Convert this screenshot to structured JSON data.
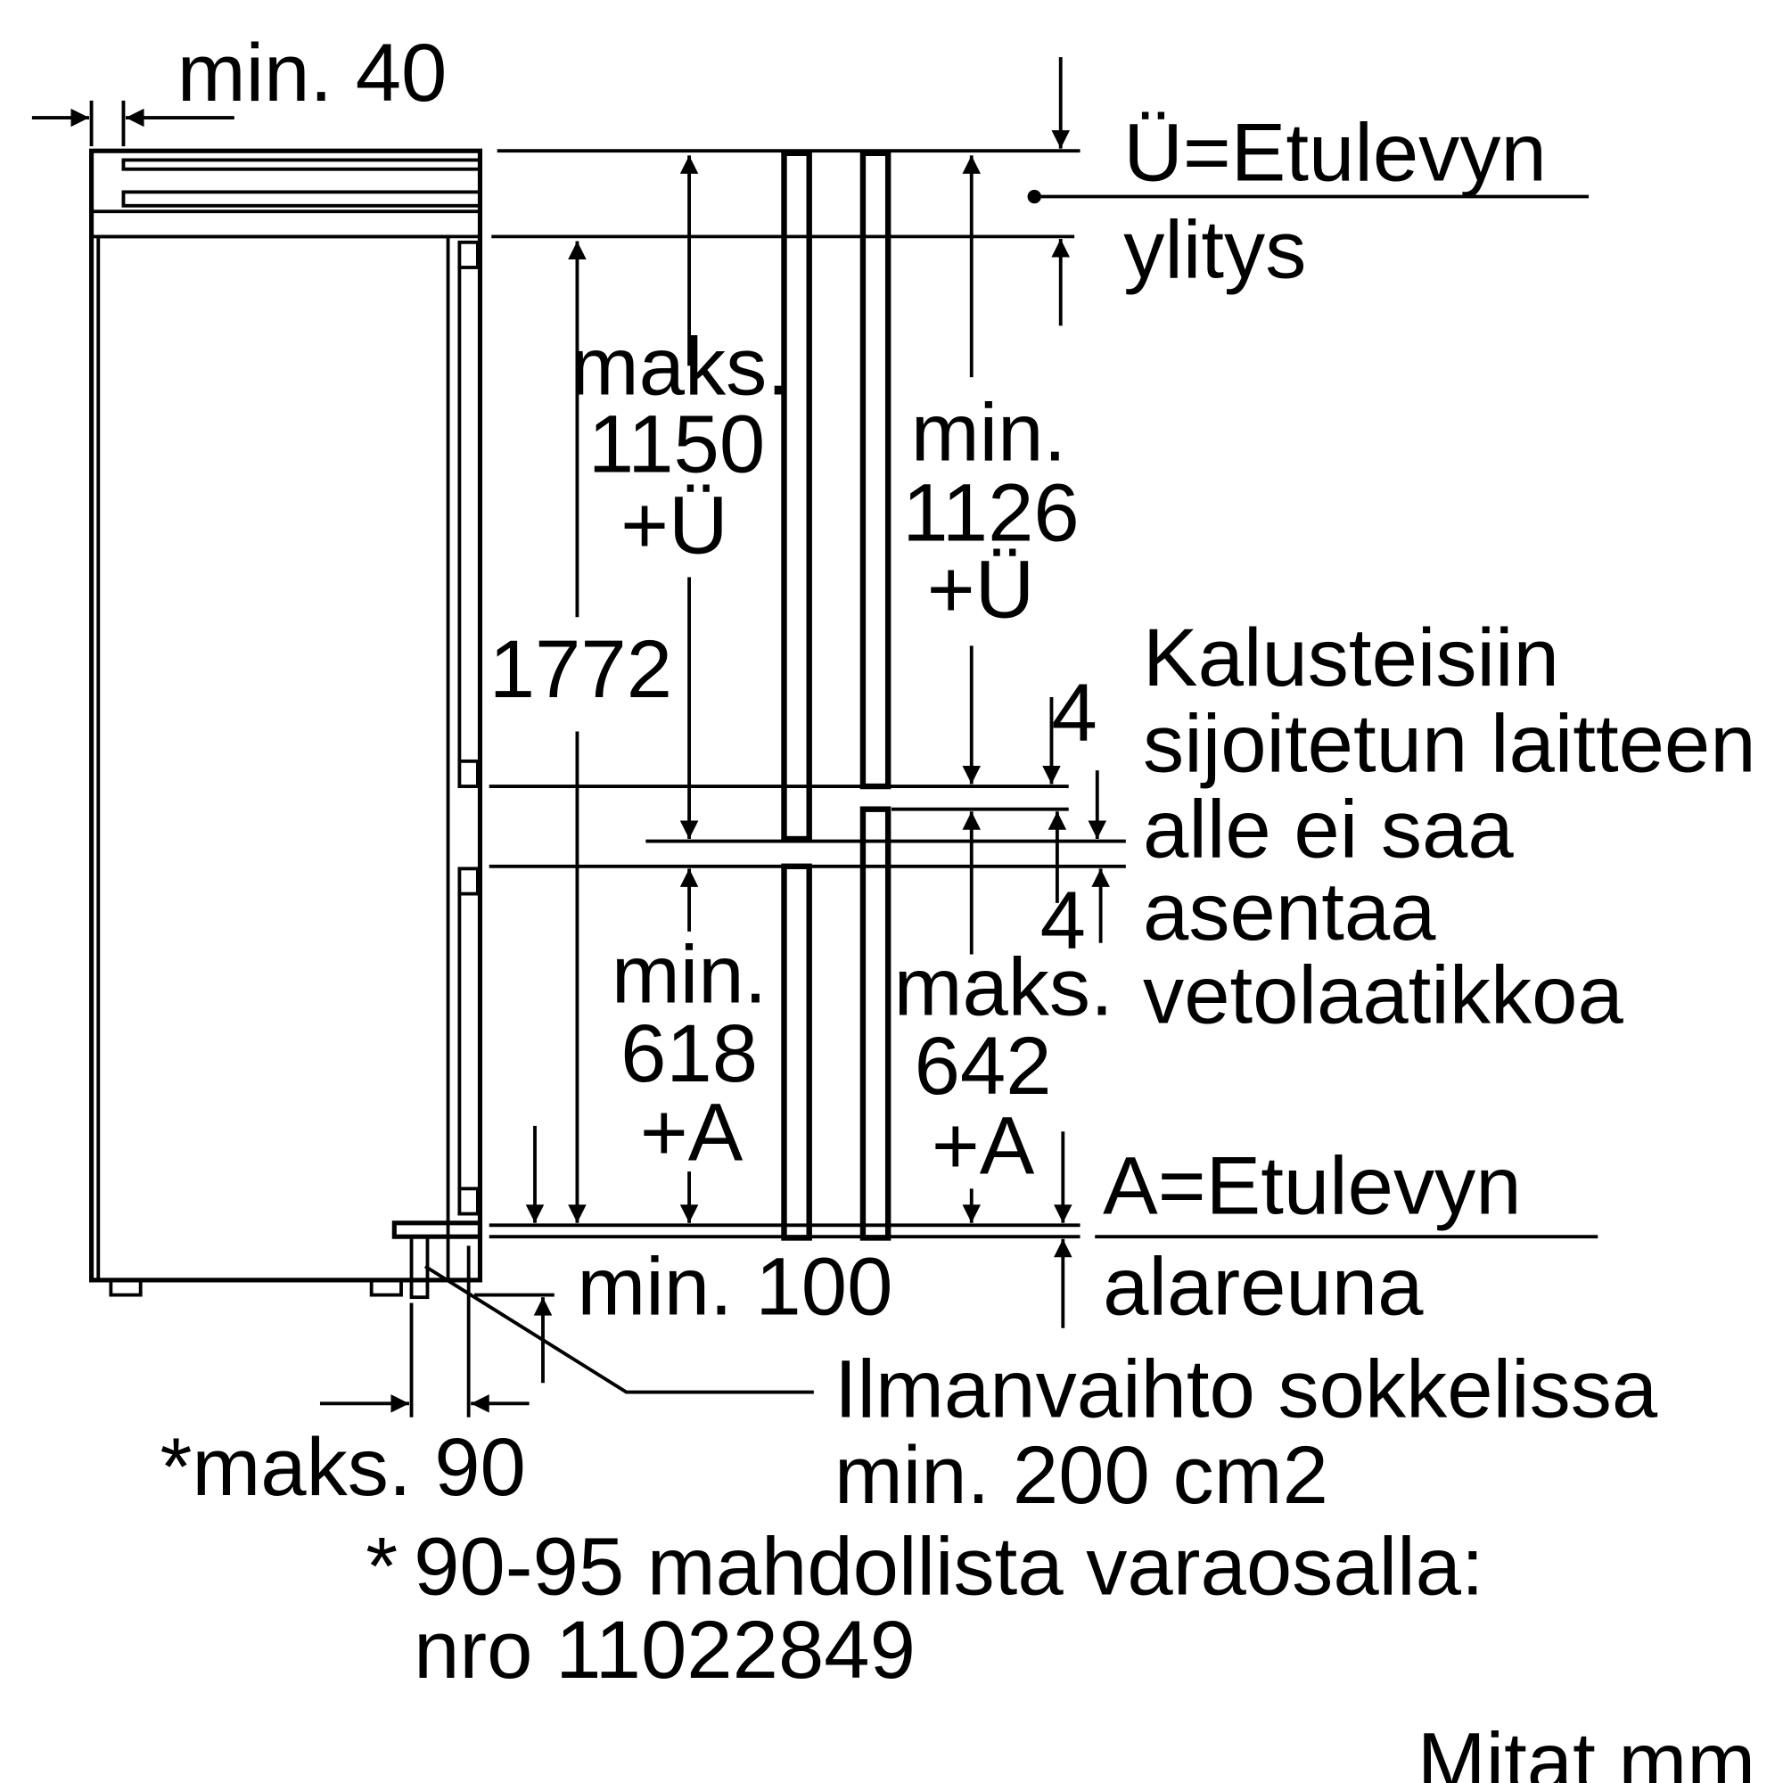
{
  "labels": {
    "min40": "min. 40",
    "u_def_1": "Ü=Etulevyn",
    "u_def_2": "ylitys",
    "maks1150_1": "maks.",
    "maks1150_2": "1150",
    "maks1150_3": "+Ü",
    "min1126_1": "min.",
    "min1126_2": "1126",
    "min1126_3": "+Ü",
    "h1772": "1772",
    "gap_top": "4",
    "gap_bottom": "4",
    "note_1": "Kalusteisiin",
    "note_2": "sijoitetun laitteen",
    "note_3": "alle ei saa",
    "note_4": "asentaa",
    "note_5": "vetolaatikkoa",
    "min618_1": "min.",
    "min618_2": "618",
    "min618_3": "+A",
    "maks642_1": "maks.",
    "maks642_2": "642",
    "maks642_3": "+A",
    "a_def_1": "A=Etulevyn",
    "a_def_2": "alareuna",
    "min100": "min. 100",
    "vent_1": "Ilmanvaihto sokkelissa",
    "vent_2": "min. 200 cm2",
    "maks90": "*maks. 90",
    "footnote_star": "*",
    "footnote_1": "90-95 mahdollista varaosalla:",
    "footnote_2": "nro 11022849",
    "units": "Mitat mm"
  }
}
